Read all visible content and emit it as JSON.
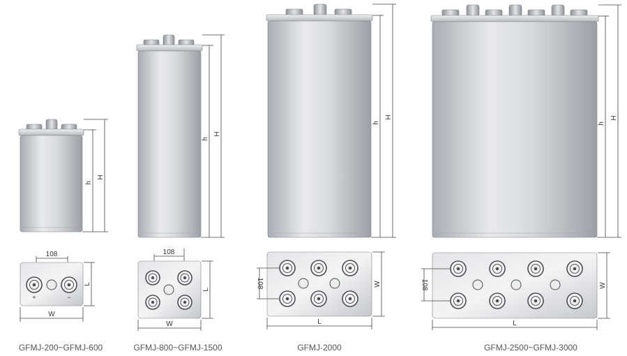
{
  "models": [
    {
      "caption": "GFMJ-200~GFMJ-600",
      "h": "h",
      "H": "H",
      "top_dim": "108",
      "L": "L",
      "W": "W",
      "plus": "+",
      "minus": "−"
    },
    {
      "caption": "GFMJ-800~GFMJ-1500",
      "h": "h",
      "H": "H",
      "top_dim": "108",
      "L": "L",
      "W": "W"
    },
    {
      "caption": "GFMJ-2000",
      "h": "h",
      "H": "H",
      "side_dim": "108",
      "L": "L",
      "W": "W"
    },
    {
      "caption": "GFMJ-2500~GFMJ-3000",
      "h": "h",
      "H": "H",
      "side_dim": "108",
      "L": "L",
      "W": "W"
    }
  ],
  "colors": {
    "body_dark": "#9ea2a7",
    "body_light": "#f2f3f4",
    "lid": "#d9dbde",
    "outline": "#7c8085",
    "terminal_ring": "#4a4d52"
  }
}
